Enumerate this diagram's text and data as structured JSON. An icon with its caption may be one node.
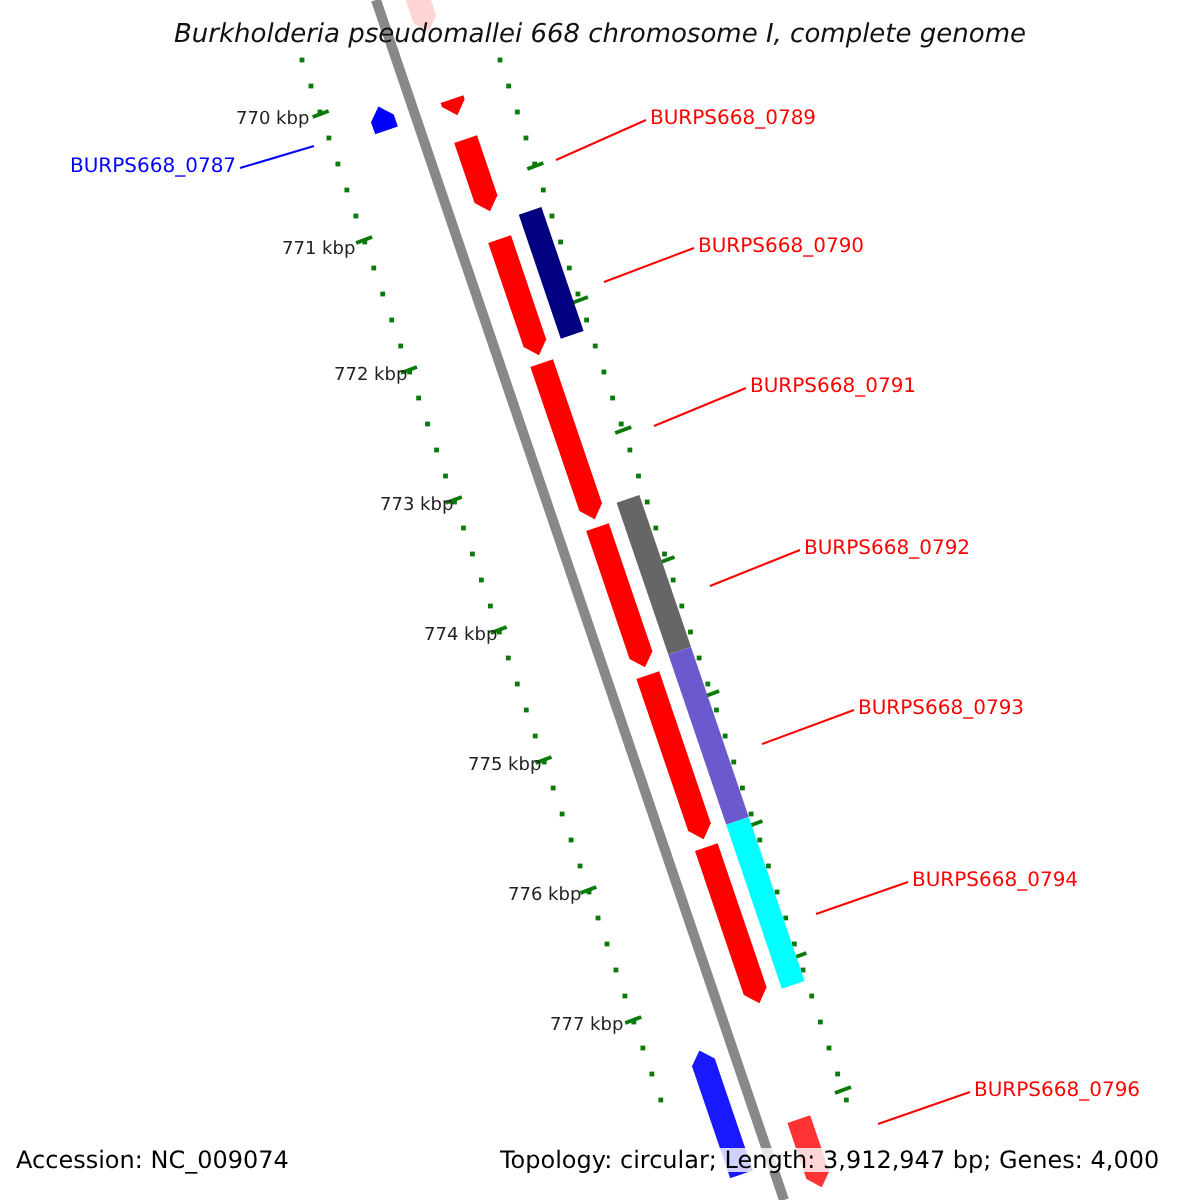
{
  "diagram": {
    "title": "Burkholderia pseudomallei 668 chromosome I, complete genome",
    "nodes": [
      {
        "text": [
          "BURPS668_0787"
        ]
      },
      {
        "text": [
          "BURPS668_0789"
        ]
      },
      {
        "text": [
          "BURPS668_0790"
        ]
      },
      {
        "text": [
          "BURPS668_0791"
        ]
      },
      {
        "text": [
          "BURPS668_0792"
        ]
      },
      {
        "text": [
          "BURPS668_0793"
        ]
      },
      {
        "text": [
          "BURPS668_0794"
        ]
      },
      {
        "text": [
          "BURPS668_0796"
        ]
      }
    ],
    "edges": [
      {
        "from": 0,
        "to": null,
        "arrow": "none",
        "color": "#0000ff"
      },
      {
        "from": 1,
        "to": null,
        "arrow": "none"
      },
      {
        "from": 2,
        "to": null,
        "arrow": "none"
      },
      {
        "from": 3,
        "to": null,
        "arrow": "none"
      },
      {
        "from": 4,
        "to": null,
        "arrow": "none"
      },
      {
        "from": 5,
        "to": null,
        "arrow": "none"
      },
      {
        "from": 6,
        "to": null,
        "arrow": "none"
      },
      {
        "from": 7,
        "to": null,
        "arrow": "none"
      }
    ],
    "labels": [
      "770 kbp",
      "771 kbp",
      "772 kbp",
      "773 kbp",
      "774 kbp",
      "775 kbp",
      "776 kbp",
      "777 kbp",
      "Accession: NC_009074",
      "Topology: circular; Length: 3,912,947 bp; Genes: 4,000"
    ]
  }
}
